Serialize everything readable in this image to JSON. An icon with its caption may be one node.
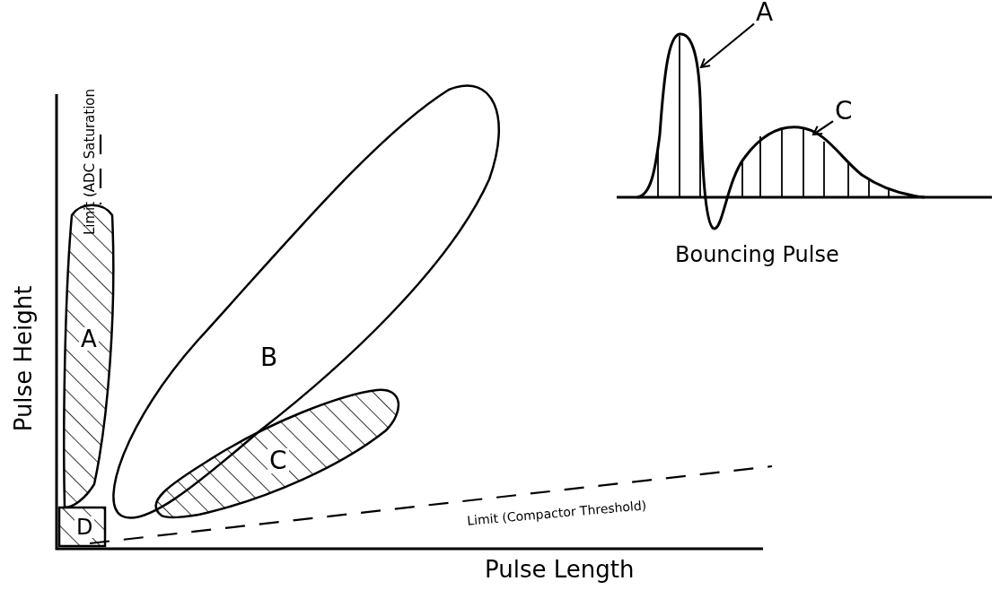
{
  "diagram": {
    "nodes": [
      {
        "text": [
          "A"
        ]
      },
      {
        "text": [
          "B"
        ]
      },
      {
        "text": [
          "C"
        ]
      },
      {
        "text": [
          "D"
        ]
      },
      {
        "text": [
          "A"
        ]
      },
      {
        "text": [
          "C"
        ]
      },
      {
        "text": [],
        "shape": "picture"
      },
      {
        "text": [],
        "shape": "picture"
      }
    ],
    "edges": [
      {
        "from": 4,
        "to": 6,
        "arrow": "to"
      },
      {
        "from": 5,
        "to": 7,
        "arrow": "to"
      }
    ],
    "labels": [
      "Limit (ADC Saturation",
      "Bouncing Pulse",
      "Pulse Height",
      "Limit (Compactor Threshold)",
      "Pulse Length"
    ]
  }
}
